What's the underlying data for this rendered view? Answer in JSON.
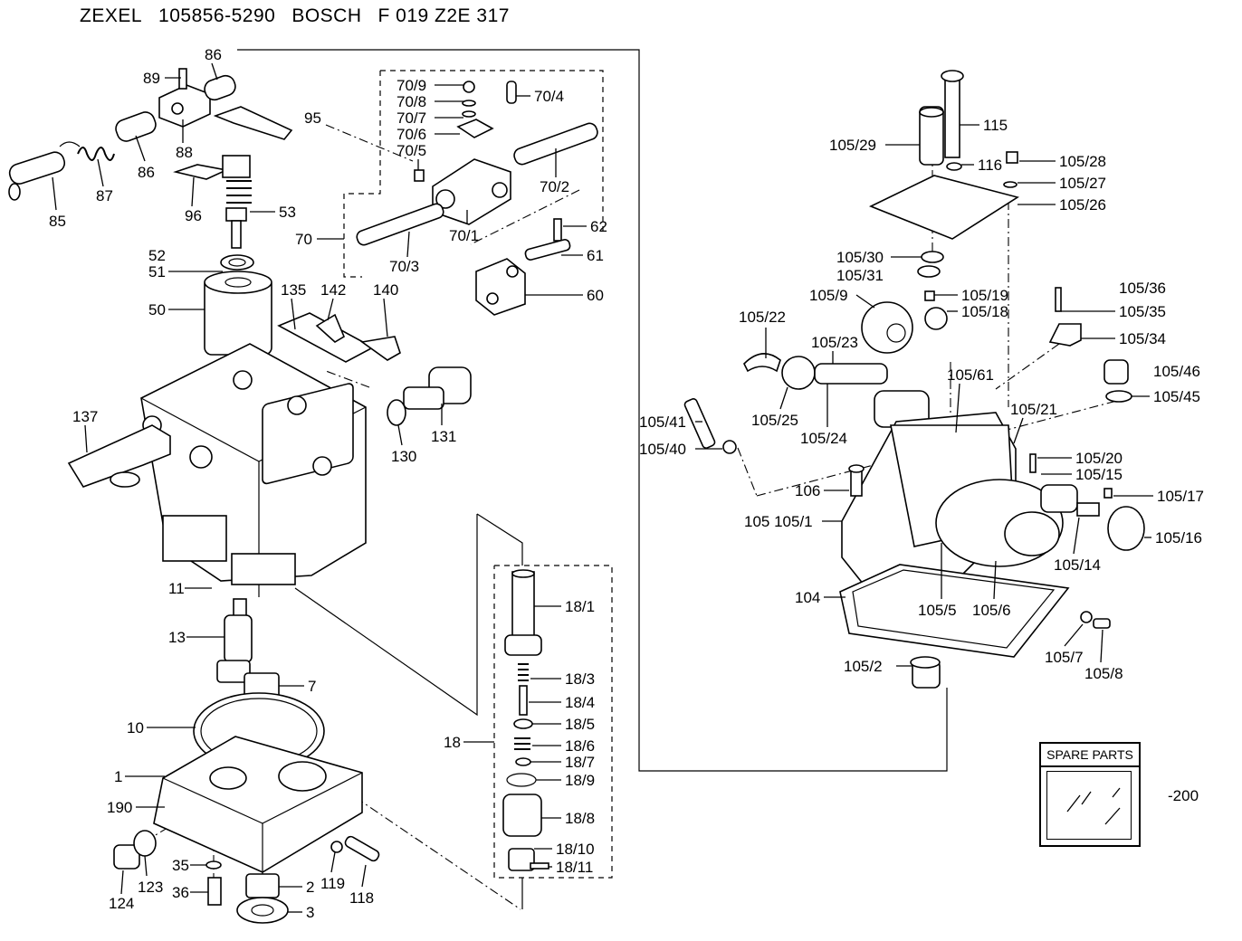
{
  "header": {
    "brand1": "ZEXEL",
    "part1": "105856-5290",
    "brand2": "BOSCH",
    "part2": "F 019 Z2E 317"
  },
  "spare_parts": {
    "title": "SPARE PARTS",
    "ref": "-200"
  },
  "callouts": {
    "c89": "89",
    "c86a": "86",
    "c95": "95",
    "c88": "88",
    "c86b": "86",
    "c87": "87",
    "c85": "85",
    "c96": "96",
    "c53": "53",
    "c52": "52",
    "c51": "51",
    "c50": "50",
    "c135": "135",
    "c142": "142",
    "c140": "140",
    "c137": "137",
    "c131": "131",
    "c130": "130",
    "c11": "11",
    "c13": "13",
    "c7": "7",
    "c10": "10",
    "c1": "1",
    "c190": "190",
    "c124": "124",
    "c123": "123",
    "c35": "35",
    "c36": "36",
    "c2": "2",
    "c3": "3",
    "c119": "119",
    "c118": "118",
    "c70_9": "70/9",
    "c70_8": "70/8",
    "c70_7": "70/7",
    "c70_6": "70/6",
    "c70_5": "70/5",
    "c70_4": "70/4",
    "c70_2": "70/2",
    "c70_1": "70/1",
    "c70_3": "70/3",
    "c70": "70",
    "c62": "62",
    "c61": "61",
    "c60": "60",
    "c18_1": "18/1",
    "c18_3": "18/3",
    "c18_4": "18/4",
    "c18_5": "18/5",
    "c18_6": "18/6",
    "c18_7": "18/7",
    "c18_9": "18/9",
    "c18_8": "18/8",
    "c18_10": "18/10",
    "c18_11": "18/11",
    "c18": "18",
    "c115": "115",
    "c105_29": "105/29",
    "c116": "116",
    "c105_28": "105/28",
    "c105_27": "105/27",
    "c105_26": "105/26",
    "c105_30": "105/30",
    "c105_31": "105/31",
    "c105_9": "105/9",
    "c105_19": "105/19",
    "c105_18": "105/18",
    "c105_36": "105/36",
    "c105_35": "105/35",
    "c105_34": "105/34",
    "c105_22": "105/22",
    "c105_23": "105/23",
    "c105_46": "105/46",
    "c105_45": "105/45",
    "c105_61": "105/61",
    "c105_41": "105/41",
    "c105_40": "105/40",
    "c105_25": "105/25",
    "c105_24": "105/24",
    "c105_21": "105/21",
    "c105_20": "105/20",
    "c105_15": "105/15",
    "c106": "106",
    "c105_17": "105/17",
    "c105_1": "105 105/1",
    "c105_16": "105/16",
    "c105_14": "105/14",
    "c104": "104",
    "c105_5": "105/5",
    "c105_6": "105/6",
    "c105_7": "105/7",
    "c105_8": "105/8",
    "c105_2": "105/2"
  }
}
